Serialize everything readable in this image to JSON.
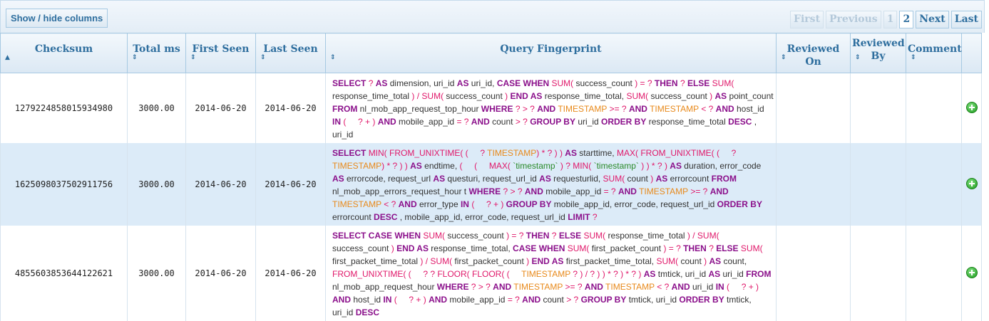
{
  "toolbar": {
    "show_hide_label": "Show / hide columns"
  },
  "pager": {
    "first": "First",
    "previous": "Previous",
    "page1": "1",
    "page2": "2",
    "next": "Next",
    "last": "Last"
  },
  "columns": {
    "checksum": "Checksum",
    "total_ms": "Total ms",
    "first_seen": "First Seen",
    "last_seen": "Last Seen",
    "query_fingerprint": "Query Fingerprint",
    "reviewed_on": "Reviewed On",
    "reviewed_by": "Reviewed By",
    "comments": "Comments",
    "sort_icon_asc": "▲",
    "sort_icon_both": "⇕"
  },
  "rows": [
    {
      "checksum": "1279224858015934980",
      "total_ms": "3000.00",
      "first_seen": "2014-06-20",
      "last_seen": "2014-06-20",
      "fingerprint_html": "<span class='k'>SELECT</span> <span class='f'>?</span> <span class='k'>AS</span> dimension, uri_id <span class='k'>AS</span> uri_id, <span class='k'>CASE WHEN</span> <span class='f'>SUM(</span> success_count <span class='f'>) = ?</span> <span class='k'>THEN</span> <span class='f'>?</span> <span class='k'>ELSE</span> <span class='f'>SUM(</span> response_time_total <span class='f'>) / SUM(</span> success_count <span class='f'>)</span> <span class='k'>END AS</span> response_time_total, <span class='f'>SUM(</span> success_count <span class='f'>)</span> <span class='k'>AS</span> point_count <span class='k'>FROM</span> nl_mob_app_request_top_hour <span class='k'>WHERE</span> <span class='f'>? &gt; ?</span> <span class='k'>AND</span> <span class='o'>TIMESTAMP</span> <span class='f'>&gt;= ?</span> <span class='k'>AND</span> <span class='o'>TIMESTAMP</span> <span class='f'>&lt; ?</span> <span class='k'>AND</span> host_id <span class='k'>IN</span> <span class='f'>( &nbsp; &nbsp; ? + )</span> <span class='k'>AND</span> mobile_app_id <span class='f'>= ?</span> <span class='k'>AND</span> count <span class='f'>&gt; ?</span> <span class='k'>GROUP BY</span> uri_id <span class='k'>ORDER BY</span> response_time_total <span class='k'>DESC</span> , uri_id"
    },
    {
      "checksum": "1625098037502911756",
      "total_ms": "3000.00",
      "first_seen": "2014-06-20",
      "last_seen": "2014-06-20",
      "fingerprint_html": "<span class='k'>SELECT</span> <span class='f'>MIN( FROM_UNIXTIME( ( &nbsp; &nbsp; ?</span> <span class='o'>TIMESTAMP</span><span class='f'>) * ? ) )</span> <span class='k'>AS</span> starttime, <span class='f'>MAX( FROM_UNIXTIME( ( &nbsp; &nbsp; ?</span> <span class='o'>TIMESTAMP</span><span class='f'>) * ? ) )</span> <span class='k'>AS</span> endtime, <span class='f'>( &nbsp; &nbsp; ( &nbsp; &nbsp; MAX(</span> <span class='s'>`timestamp`</span> <span class='f'>) ? MIN(</span> <span class='s'>`timestamp`</span> <span class='f'>) ) * ? )</span> <span class='k'>AS</span> duration, error_code <span class='k'>AS</span> errorcode, request_url <span class='k'>AS</span> questuri, request_url_id <span class='k'>AS</span> requesturlid, <span class='f'>SUM(</span> count <span class='f'>)</span> <span class='k'>AS</span> errorcount <span class='k'>FROM</span> nl_mob_app_errors_request_hour t <span class='k'>WHERE</span> <span class='f'>? &gt; ?</span> <span class='k'>AND</span> mobile_app_id <span class='f'>= ?</span> <span class='k'>AND</span> <span class='o'>TIMESTAMP</span> <span class='f'>&gt;= ?</span> <span class='k'>AND</span> <span class='o'>TIMESTAMP</span> <span class='f'>&lt; ?</span> <span class='k'>AND</span> error_type <span class='k'>IN</span> <span class='f'>( &nbsp; &nbsp; ? + )</span> <span class='k'>GROUP BY</span> mobile_app_id, error_code, request_url_id <span class='k'>ORDER BY</span> errorcount <span class='k'>DESC</span> , mobile_app_id, error_code, request_url_id <span class='k'>LIMIT</span> <span class='f'>?</span>"
    },
    {
      "checksum": "4855603853644122621",
      "total_ms": "3000.00",
      "first_seen": "2014-06-20",
      "last_seen": "2014-06-20",
      "fingerprint_html": "<span class='k'>SELECT CASE WHEN</span> <span class='f'>SUM(</span> success_count <span class='f'>) = ?</span> <span class='k'>THEN</span> <span class='f'>?</span> <span class='k'>ELSE</span> <span class='f'>SUM(</span> response_time_total <span class='f'>) / SUM(</span> success_count <span class='f'>)</span> <span class='k'>END AS</span> response_time_total, <span class='k'>CASE WHEN</span> <span class='f'>SUM(</span> first_packet_count <span class='f'>) = ?</span> <span class='k'>THEN</span> <span class='f'>?</span> <span class='k'>ELSE</span> <span class='f'>SUM(</span> first_packet_time_total <span class='f'>) / SUM(</span> first_packet_count <span class='f'>)</span> <span class='k'>END AS</span> first_packet_time_total, <span class='f'>SUM(</span> count <span class='f'>)</span> <span class='k'>AS</span> count, <span class='f'>FROM_UNIXTIME( ( &nbsp; &nbsp; ? ? FLOOR( FLOOR( ( &nbsp; &nbsp;</span> <span class='o'>TIMESTAMP</span> <span class='f'>? ) / ? ) ) * ? ) * ? )</span> <span class='k'>AS</span> tmtick, uri_id <span class='k'>AS</span> uri_id <span class='k'>FROM</span> nl_mob_app_request_hour <span class='k'>WHERE</span> <span class='f'>? &gt; ?</span> <span class='k'>AND</span> <span class='o'>TIMESTAMP</span> <span class='f'>&gt;= ?</span> <span class='k'>AND</span> <span class='o'>TIMESTAMP</span> <span class='f'>&lt; ?</span> <span class='k'>AND</span> uri_id <span class='k'>IN</span> <span class='f'>( &nbsp; &nbsp; ? + )</span> <span class='k'>AND</span> host_id <span class='k'>IN</span> <span class='f'>( &nbsp; &nbsp; ? + )</span> <span class='k'>AND</span> mobile_app_id <span class='f'>= ?</span> <span class='k'>AND</span> count <span class='f'>&gt; ?</span> <span class='k'>GROUP BY</span> tmtick, uri_id <span class='k'>ORDER BY</span> tmtick, uri_id <span class='k'>DESC</span>"
    }
  ]
}
